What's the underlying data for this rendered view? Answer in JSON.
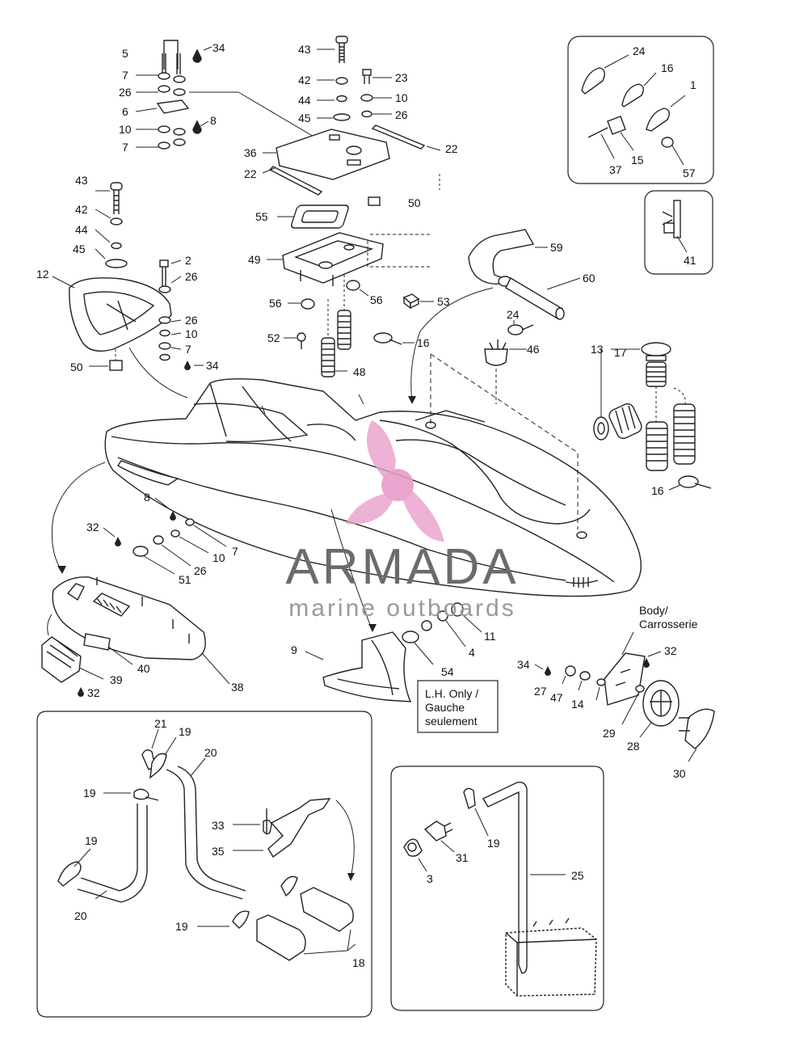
{
  "watermark": {
    "brand": "ARMADA",
    "tagline": "marine outboards",
    "colors": {
      "logo_pink": "#e89bc8",
      "brand_gray": "#6b6b6b"
    }
  },
  "notes": {
    "body": "Body/",
    "carrosserie": "Carrosserie",
    "lh_only_1": "L.H. Only /",
    "lh_only_2": "Gauche",
    "lh_only_3": "seulement"
  },
  "callouts": {
    "c5": "5",
    "c34a": "34",
    "c7a": "7",
    "c26a": "26",
    "c6": "6",
    "c10a": "10",
    "c8a": "8",
    "c7b": "7",
    "c43a": "43",
    "c42a": "42",
    "c44a": "44",
    "c45a": "45",
    "c23": "23",
    "c10b": "10",
    "c26b": "26",
    "c36": "36",
    "c22a": "22",
    "c22b": "22",
    "c50a": "50",
    "c55": "55",
    "c49": "49",
    "c56a": "56",
    "c56b": "56",
    "c53": "53",
    "c52": "52",
    "c16a": "16",
    "c48": "48",
    "c59": "59",
    "c60": "60",
    "c24a": "24",
    "c46": "46",
    "c24b": "24",
    "c16b": "16",
    "c1": "1",
    "c37": "37",
    "c15": "15",
    "c57": "57",
    "c41": "41",
    "c43b": "43",
    "c42b": "42",
    "c44b": "44",
    "c45b": "45",
    "c2": "2",
    "c26c": "26",
    "c12": "12",
    "c26d": "26",
    "c10c": "10",
    "c7c": "7",
    "c34b": "34",
    "c50b": "50",
    "c13": "13",
    "c17": "17",
    "c16c": "16",
    "c8b": "8",
    "c32a": "32",
    "c7d": "7",
    "c10d": "10",
    "c26e": "26",
    "c51": "51",
    "c38": "38",
    "c40": "40",
    "c39": "39",
    "c32b": "32",
    "c9": "9",
    "c11": "11",
    "c4": "4",
    "c54": "54",
    "c34c": "34",
    "c32c": "32",
    "c27": "27",
    "c47": "47",
    "c14": "14",
    "c29": "29",
    "c28": "28",
    "c30": "30",
    "c21": "21",
    "c19a": "19",
    "c20a": "20",
    "c19b": "19",
    "c33": "33",
    "c35": "35",
    "c19c": "19",
    "c20b": "20",
    "c19d": "19",
    "c18": "18",
    "c19e": "19",
    "c3": "3",
    "c31": "31",
    "c25": "25"
  }
}
